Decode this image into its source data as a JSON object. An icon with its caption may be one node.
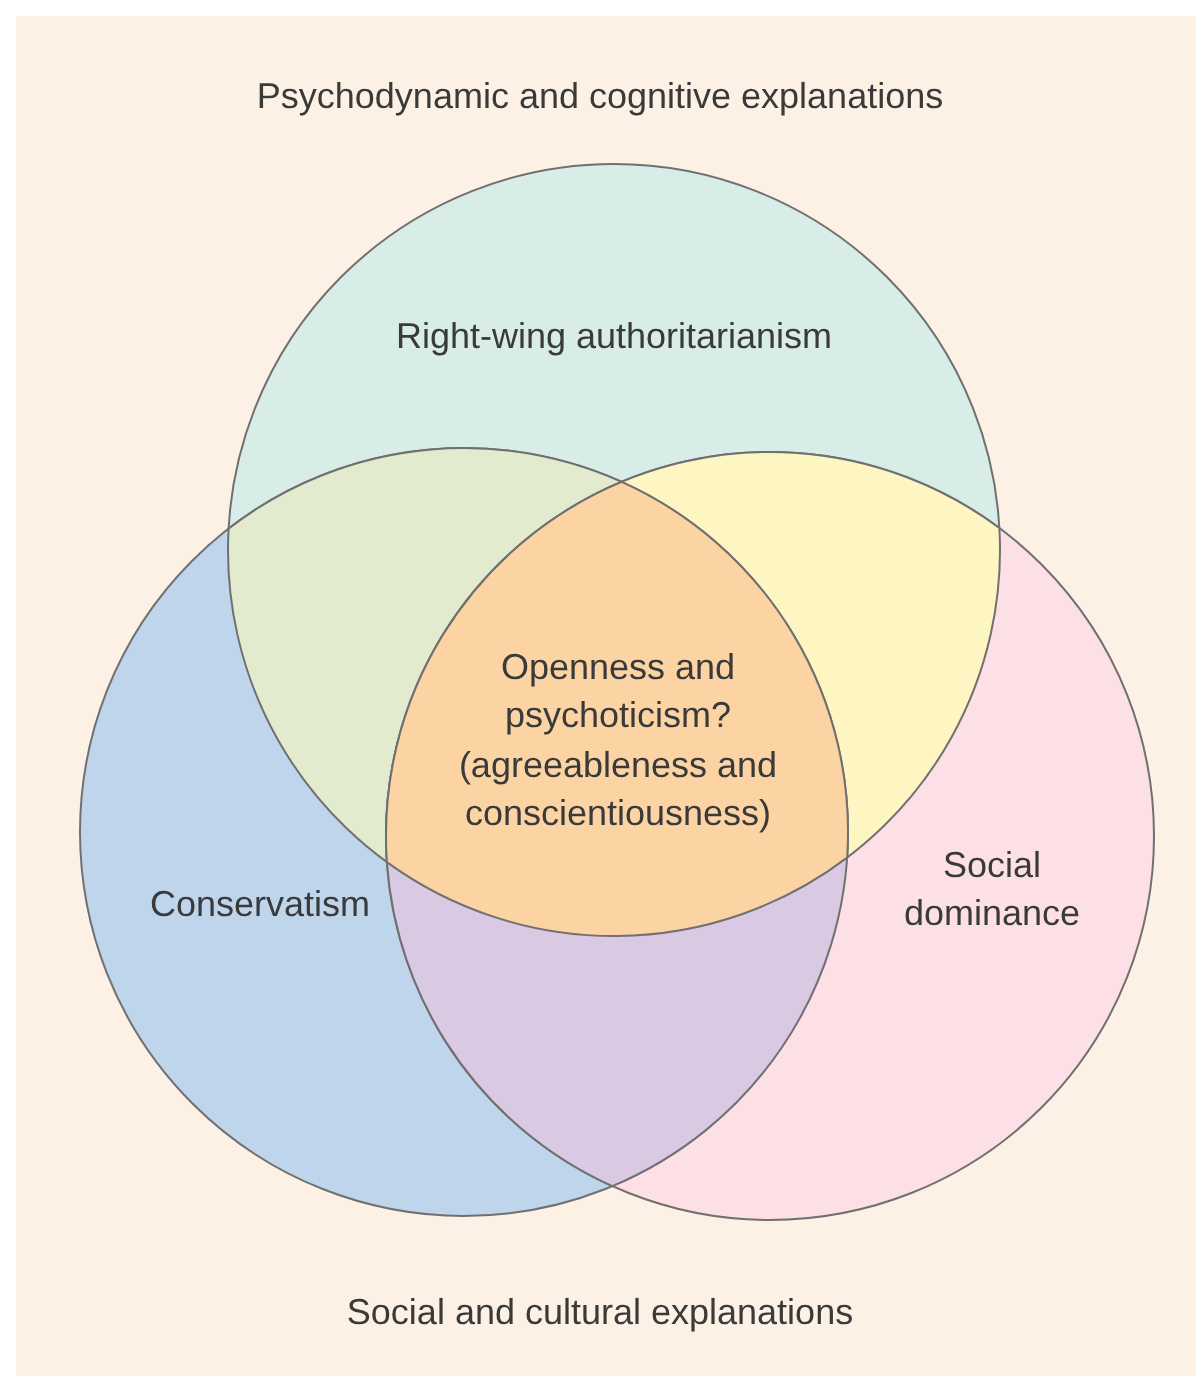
{
  "diagram": {
    "nodes": [
      {
        "text": [
          "Right-wing authoritarianism"
        ]
      },
      {
        "text": [
          "Conservatism"
        ]
      },
      {
        "text": [
          "Social dominance"
        ]
      },
      {
        "text": [
          "Openness and psychoticism?",
          "(agreeableness and conscientiousness)"
        ]
      }
    ],
    "labels": [
      "Psychodynamic and cognitive explanations",
      "Social and cultural explanations"
    ]
  }
}
